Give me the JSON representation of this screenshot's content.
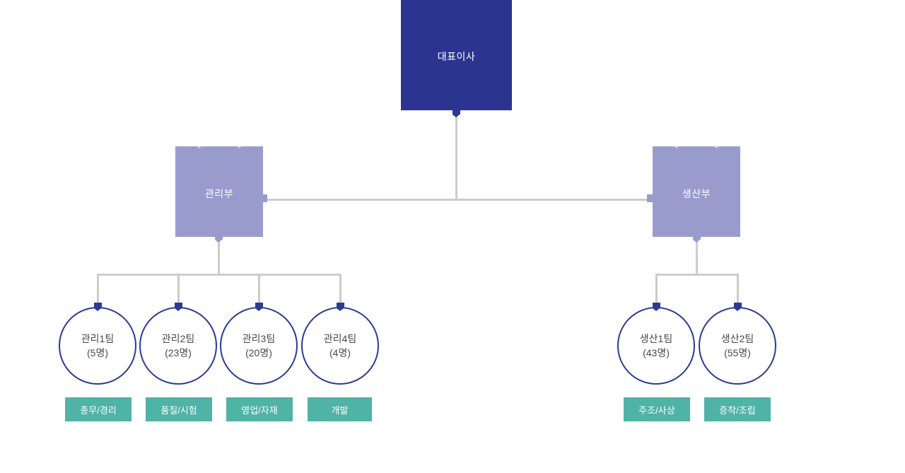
{
  "chart_type": "org-chart",
  "colors": {
    "ceo_fill": "#2b3591",
    "dept_fill": "#9a9bcd",
    "circle_border": "#2b3a94",
    "circle_fill": "#ffffff",
    "tag_fill": "#4fb3a5",
    "connector": "#cccccc",
    "node_text": "#ffffff",
    "circle_text": "#4a4a4a",
    "tag_text": "#ffffff",
    "background": "#ffffff"
  },
  "ceo": {
    "label": "대표이사"
  },
  "departments": [
    {
      "id": "management",
      "label": "관리부"
    },
    {
      "id": "production",
      "label": "생산부"
    }
  ],
  "teams": [
    {
      "id": "mgmt-team-1",
      "name": "관리1팀",
      "count": "(5명)",
      "tag": "총무/경리",
      "dept": "management"
    },
    {
      "id": "mgmt-team-2",
      "name": "관리2팀",
      "count": "(23명)",
      "tag": "품질/시험",
      "dept": "management"
    },
    {
      "id": "mgmt-team-3",
      "name": "관리3팀",
      "count": "(20명)",
      "tag": "영업/자재",
      "dept": "management"
    },
    {
      "id": "mgmt-team-4",
      "name": "관리4팀",
      "count": "(4명)",
      "tag": "개발",
      "dept": "management"
    },
    {
      "id": "prod-team-1",
      "name": "생산1팀",
      "count": "(43명)",
      "tag": "주조/사상",
      "dept": "production"
    },
    {
      "id": "prod-team-2",
      "name": "생산2팀",
      "count": "(55명)",
      "tag": "증착/조립",
      "dept": "production"
    }
  ]
}
